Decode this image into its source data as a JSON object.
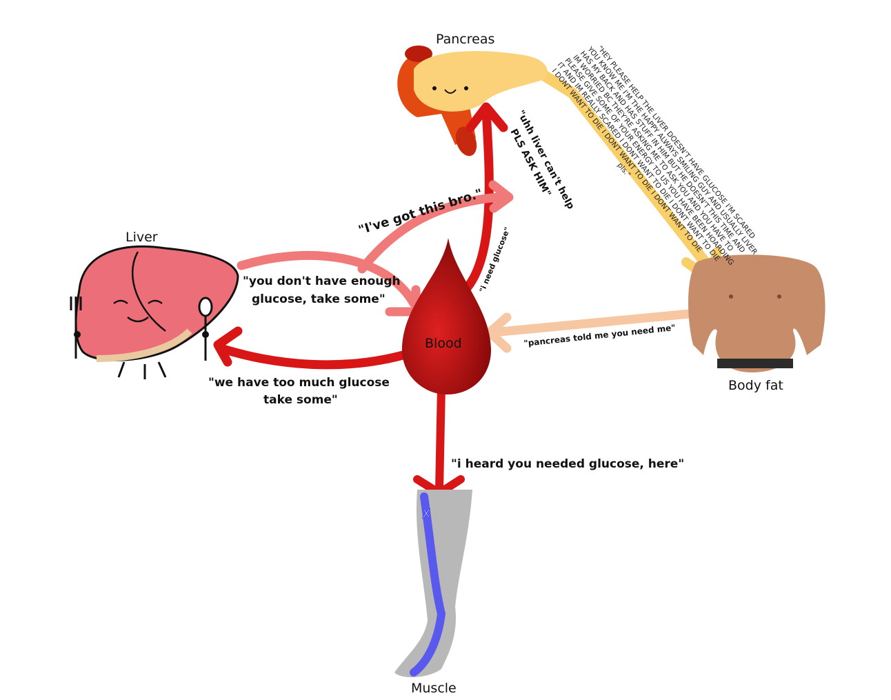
{
  "organs": {
    "pancreas": "Pancreas",
    "liver": "Liver",
    "blood": "Blood",
    "body_fat": "Body fat",
    "muscle": "Muscle"
  },
  "messages": {
    "got_this": "\"I've got this bro.\"",
    "not_enough_1": "\"you don't have enough",
    "not_enough_2": "glucose, take some\"",
    "too_much_1": "\"we have too much glucose",
    "too_much_2": "take some\"",
    "need_glucose": "\"i need glucose\"",
    "liver_cant_1": "\"uhh liver can't help",
    "liver_cant_2": "PLS ASK HIM\"",
    "pancreas_told": "\"pancreas told me you need me\"",
    "heard_needed": "\"i heard you needed glucose, here\"",
    "muscle_marker": "X"
  },
  "plea": [
    "\"HEY PLEASE HELP THE LIVER DOESN'T HAVE GLUCOSE I'M SCARED",
    "YOU KNOW ME I'M THE HAPPY ALWAYS SMILING GUY AND USUALLY LIVER",
    "HAS MY BACK AND HAS STUFF IN HIM BUT HE DOESN'T THIS TIME AND",
    "IM WORRIED BC THEY'RE ASKING ME TO ASK YOU AND YOU HAVE TO",
    "PLEASE GIVE SOME OF YOUR ENERGY TO US YOU HAVE BEEN HOARDING",
    "IT AND IM REALLY SCARED I DONT WANT TO DIE I DONT WANT TO DIE",
    "I DONT WANT TO DIE I DONT WANT TO DIE I DONT WANT TO DIE",
    "pls.\""
  ],
  "colors": {
    "red": "#d81616",
    "pink": "#f07a7a",
    "peach": "#f7c6a3",
    "yellow": "#f9cf6a"
  }
}
